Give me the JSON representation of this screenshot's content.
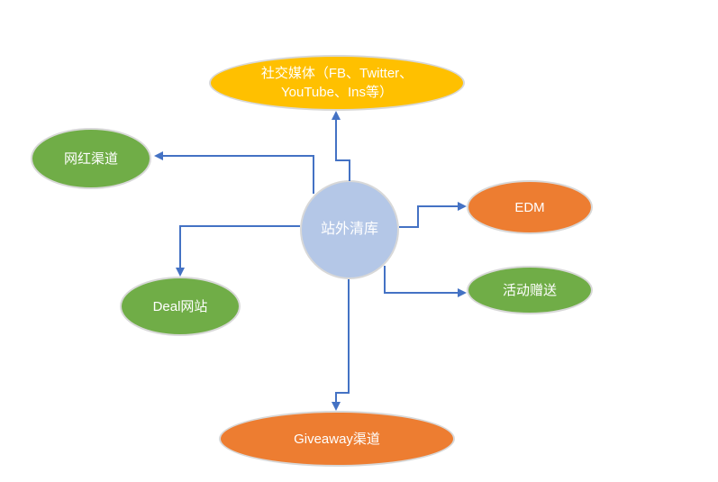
{
  "palette": {
    "background": "#FFFFFF",
    "gold": "#FFC000",
    "green": "#70AD47",
    "orange": "#ED7D31",
    "light_blue": "#B4C7E7",
    "connector": "#4472C4",
    "shape_border": "#D8D8D8",
    "label_text": "#FFFFFF"
  },
  "diagram": {
    "center": {
      "id": "center",
      "label": "站外清库",
      "shape": "circle",
      "color": "light_blue"
    },
    "nodes": [
      {
        "id": "social-media",
        "label": "社交媒体（FB、Twitter、YouTube、Ins等）",
        "color": "gold"
      },
      {
        "id": "influencer",
        "label": "网红渠道",
        "color": "green"
      },
      {
        "id": "deal-sites",
        "label": "Deal网站",
        "color": "green"
      },
      {
        "id": "edm",
        "label": "EDM",
        "color": "orange"
      },
      {
        "id": "event-giveaway",
        "label": "活动赠送",
        "color": "green"
      },
      {
        "id": "giveaway-channel",
        "label": "Giveaway渠道",
        "color": "orange"
      }
    ],
    "edges": [
      {
        "from": "center",
        "to": "social-media"
      },
      {
        "from": "center",
        "to": "influencer"
      },
      {
        "from": "center",
        "to": "deal-sites"
      },
      {
        "from": "center",
        "to": "edm"
      },
      {
        "from": "center",
        "to": "event-giveaway"
      },
      {
        "from": "center",
        "to": "giveaway-channel"
      }
    ]
  }
}
